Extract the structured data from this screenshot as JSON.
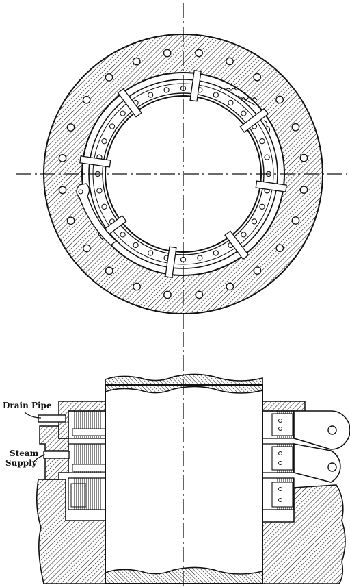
{
  "labels": {
    "drain_pipe": "Drain Pipe",
    "steam_line1": "Steam",
    "steam_line2": "Supply"
  },
  "colors": {
    "ink": "#111111",
    "paper": "#ffffff"
  }
}
